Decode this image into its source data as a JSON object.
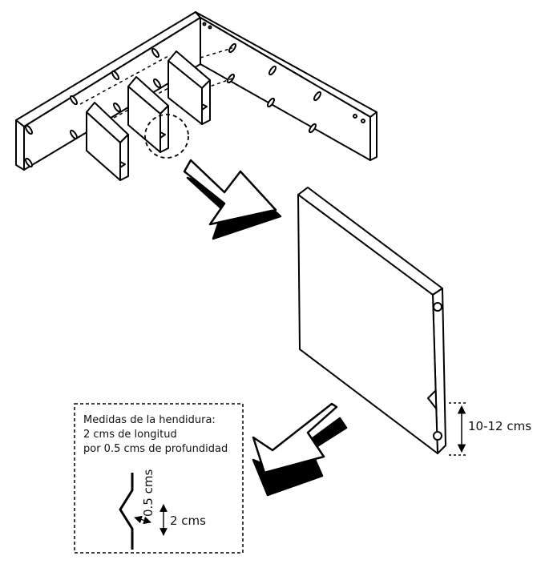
{
  "diagram": {
    "line_color": "#000000",
    "fill_color": "#ffffff",
    "dimension_label": "10-12 cms",
    "note": {
      "lines": [
        "Medidas de la hendidura:",
        "2 cms de longitud",
        "por 0.5 cms de profundidad"
      ],
      "depth_label": "0.5 cms",
      "length_label": "2 cms"
    }
  }
}
